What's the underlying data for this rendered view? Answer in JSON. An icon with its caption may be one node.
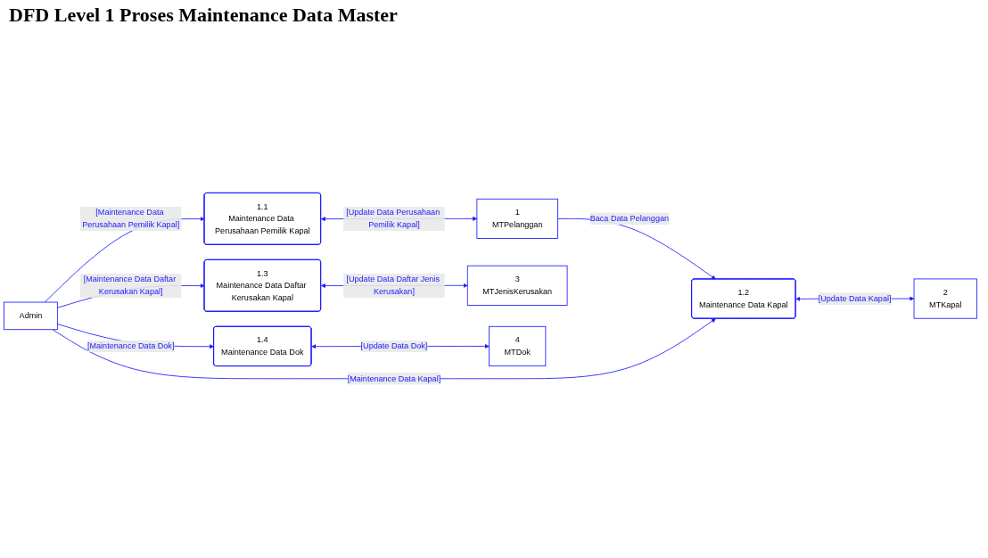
{
  "diagram": {
    "title": "DFD Level 1 Proses Maintenance Data Master",
    "nodes": [
      {
        "text": [
          "Admin"
        ]
      },
      {
        "text": [
          "1.1",
          "Maintenance Data Perusahaan Pemilik Kapal"
        ]
      },
      {
        "text": [
          "1",
          "MTPelanggan"
        ]
      },
      {
        "text": [
          "1.2",
          "Maintenance Data Kapal"
        ]
      },
      {
        "text": [
          "2",
          "MTKapal"
        ]
      },
      {
        "text": [
          "1.3",
          "Maintenance Data Daftar Kerusakan Kapal"
        ]
      },
      {
        "text": [
          "3",
          "MTJenisKerusakan"
        ]
      },
      {
        "text": [
          "1.4",
          "Maintenance Data Dok"
        ]
      },
      {
        "text": [
          "4",
          "MTDok"
        ]
      }
    ],
    "edges": [
      {
        "from": 0,
        "to": 1,
        "arrow": "to",
        "label": "[Maintenance Data Perusahaan Pemilik Kapal]"
      },
      {
        "from": 1,
        "to": 2,
        "arrow": "both",
        "label": "[Update Data Perusahaan Pemilik Kapal]"
      },
      {
        "from": 2,
        "to": 3,
        "arrow": "to",
        "label": "Baca Data Pelanggan"
      },
      {
        "from": 0,
        "to": 3,
        "arrow": "to",
        "label": "[Maintenance Data Kapal]"
      },
      {
        "from": 3,
        "to": 4,
        "arrow": "both",
        "label": "[Update Data Kapal]"
      },
      {
        "from": 0,
        "to": 5,
        "arrow": "to",
        "label": "[Maintenance Data Daftar Kerusakan Kapal]"
      },
      {
        "from": 5,
        "to": 6,
        "arrow": "both",
        "label": "[Update Data Daftar Jenis Kerusakan]"
      },
      {
        "from": 0,
        "to": 7,
        "arrow": "to",
        "label": "[Maintenance Data Dok]"
      },
      {
        "from": 7,
        "to": 8,
        "arrow": "both",
        "label": "[Update Data Dok]"
      }
    ]
  }
}
